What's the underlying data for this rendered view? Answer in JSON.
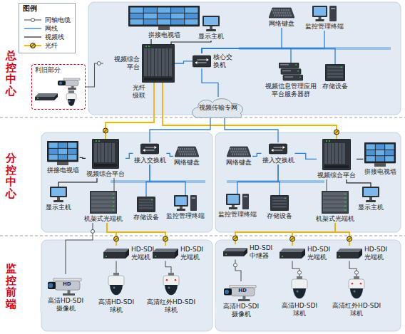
{
  "diagram": {
    "nodes": [
      {
        "text": [
          "总控中心"
        ]
      },
      {
        "text": [
          "利旧部分"
        ],
        "in": 0
      },
      {
        "text": [
          "拼接电视墙"
        ],
        "in": 0
      },
      {
        "text": [
          "显示主机"
        ],
        "in": 0
      },
      {
        "text": [
          "网络键盘"
        ],
        "in": 0
      },
      {
        "text": [
          "监控管理终端"
        ],
        "in": 0
      },
      {
        "text": [
          "视频综合 平台"
        ],
        "in": 0
      },
      {
        "text": [
          "核心交 换机"
        ],
        "in": 0
      },
      {
        "text": [
          "视频信息管理应用 平台服务器群"
        ],
        "in": 0
      },
      {
        "text": [
          "存储设备"
        ],
        "in": 0
      },
      {
        "text": [
          "视频传输专网"
        ]
      },
      {
        "text": [
          "分控中心"
        ]
      },
      {
        "text": [
          "拼接电视墙"
        ],
        "in": 11
      },
      {
        "text": [
          "视频综合平台"
        ],
        "in": 11
      },
      {
        "text": [
          "接入交换机"
        ],
        "in": 11
      },
      {
        "text": [
          "网络键盘"
        ],
        "in": 11
      },
      {
        "text": [
          "显示主机"
        ],
        "in": 11
      },
      {
        "text": [
          "机架式光端机"
        ],
        "in": 11
      },
      {
        "text": [
          "存储设备"
        ],
        "in": 11
      },
      {
        "text": [
          "监控管理终端"
        ],
        "in": 11
      },
      {
        "text": [
          "网络键盘"
        ],
        "in": 11
      },
      {
        "text": [
          "接入交换机"
        ],
        "in": 11
      },
      {
        "text": [
          "视频综合平台"
        ],
        "in": 11
      },
      {
        "text": [
          "拼接电视墙"
        ],
        "in": 11
      },
      {
        "text": [
          "显示主机"
        ],
        "in": 11
      },
      {
        "text": [
          "监控管理终端"
        ],
        "in": 11
      },
      {
        "text": [
          "存储设备"
        ],
        "in": 11
      },
      {
        "text": [
          "机架式光端机"
        ],
        "in": 11
      },
      {
        "text": [
          "监控前端"
        ]
      },
      {
        "text": [
          "高清HD-SDI 摄像机"
        ],
        "in": 28
      },
      {
        "text": [
          "HD-SDI 光端机"
        ],
        "in": 28
      },
      {
        "text": [
          "HD-SDI 光端机"
        ],
        "in": 28
      },
      {
        "text": [
          "高清HD-SDI 球机"
        ],
        "in": 28
      },
      {
        "text": [
          "高清红外HD-SDI 球机"
        ],
        "in": 28
      },
      {
        "text": [
          "HD-SDI 中继器"
        ],
        "in": 28
      },
      {
        "text": [
          "HD-SDI 光端机"
        ],
        "in": 28
      },
      {
        "text": [
          "HD-SDI 光端机"
        ],
        "in": 28
      },
      {
        "text": [
          "高清HD-SDI 摄像机"
        ],
        "in": 28
      },
      {
        "text": [
          "高清HD-SDI 球机"
        ],
        "in": 28
      },
      {
        "text": [
          "高清红外HD-SDI 球机"
        ],
        "in": 28
      }
    ],
    "edges": [
      {
        "from": 6,
        "to": 2,
        "arrow": "none"
      },
      {
        "from": 6,
        "to": 3,
        "arrow": "none"
      },
      {
        "from": 6,
        "to": 7,
        "arrow": "none"
      },
      {
        "from": 1,
        "to": 6,
        "arrow": "none"
      },
      {
        "from": 7,
        "to": 4,
        "arrow": "none"
      },
      {
        "from": 7,
        "to": 5,
        "arrow": "none"
      },
      {
        "from": 7,
        "to": 8,
        "arrow": "none"
      },
      {
        "from": 7,
        "to": 9,
        "arrow": "none"
      },
      {
        "from": 7,
        "to": 10,
        "arrow": "none"
      },
      {
        "from": 6,
        "to": 13,
        "arrow": "none"
      },
      {
        "from": 6,
        "to": 22,
        "arrow": "none"
      },
      {
        "from": 10,
        "to": 14,
        "arrow": "none"
      },
      {
        "from": 10,
        "to": 21,
        "arrow": "none"
      },
      {
        "from": 13,
        "to": 12,
        "arrow": "none"
      },
      {
        "from": 13,
        "to": 14,
        "arrow": "none"
      },
      {
        "from": 14,
        "to": 15,
        "arrow": "none"
      },
      {
        "from": 14,
        "to": 18,
        "arrow": "none"
      },
      {
        "from": 14,
        "to": 19,
        "arrow": "none"
      },
      {
        "from": 13,
        "to": 16,
        "arrow": "none"
      },
      {
        "from": 17,
        "to": 13,
        "arrow": "none"
      },
      {
        "from": 21,
        "to": 20,
        "arrow": "none"
      },
      {
        "from": 21,
        "to": 22,
        "arrow": "none"
      },
      {
        "from": 22,
        "to": 23,
        "arrow": "none"
      },
      {
        "from": 21,
        "to": 25,
        "arrow": "none"
      },
      {
        "from": 21,
        "to": 26,
        "arrow": "none"
      },
      {
        "from": 22,
        "to": 24,
        "arrow": "none"
      },
      {
        "from": 27,
        "to": 22,
        "arrow": "none"
      },
      {
        "from": 17,
        "to": 30,
        "arrow": "none"
      },
      {
        "from": 17,
        "to": 31,
        "arrow": "none"
      },
      {
        "from": 29,
        "to": 17,
        "arrow": "none"
      },
      {
        "from": 30,
        "to": 32,
        "arrow": "none"
      },
      {
        "from": 31,
        "to": 33,
        "arrow": "none"
      },
      {
        "from": 27,
        "to": 34,
        "arrow": "none"
      },
      {
        "from": 27,
        "to": 35,
        "arrow": "none"
      },
      {
        "from": 27,
        "to": 36,
        "arrow": "none"
      },
      {
        "from": 37,
        "to": 34,
        "arrow": "none"
      },
      {
        "from": 35,
        "to": 38,
        "arrow": "none"
      },
      {
        "from": 36,
        "to": 39,
        "arrow": "none"
      }
    ],
    "labels": [
      "图例",
      "光纤级联",
      "HD",
      "HD"
    ],
    "legend": [
      {
        "text": "同轴电缆"
      },
      {
        "text": "网线"
      },
      {
        "text": "视频线"
      },
      {
        "text": "光纤"
      }
    ]
  }
}
